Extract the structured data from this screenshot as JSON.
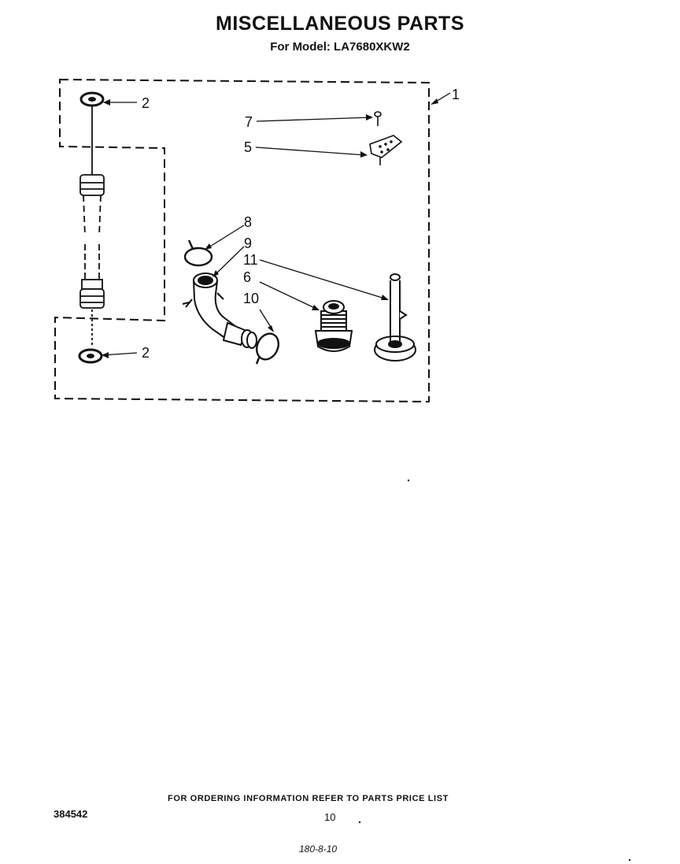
{
  "page": {
    "title": "MISCELLANEOUS PARTS",
    "subtitle": "For Model: LA7680XKW2",
    "footer_note": "FOR ORDERING INFORMATION REFER TO PARTS PRICE LIST",
    "doc_number": "384542",
    "page_number": "10",
    "handwritten_code": "180-8-10"
  },
  "callouts": {
    "kit": "1",
    "washer_top": "2",
    "washer_bottom": "2",
    "screw": "7",
    "clip": "5",
    "clamp_upper": "8",
    "hose_elbow": "9",
    "clamp_lower": "10",
    "leveling_rod": "11",
    "leg_foot": "6"
  }
}
